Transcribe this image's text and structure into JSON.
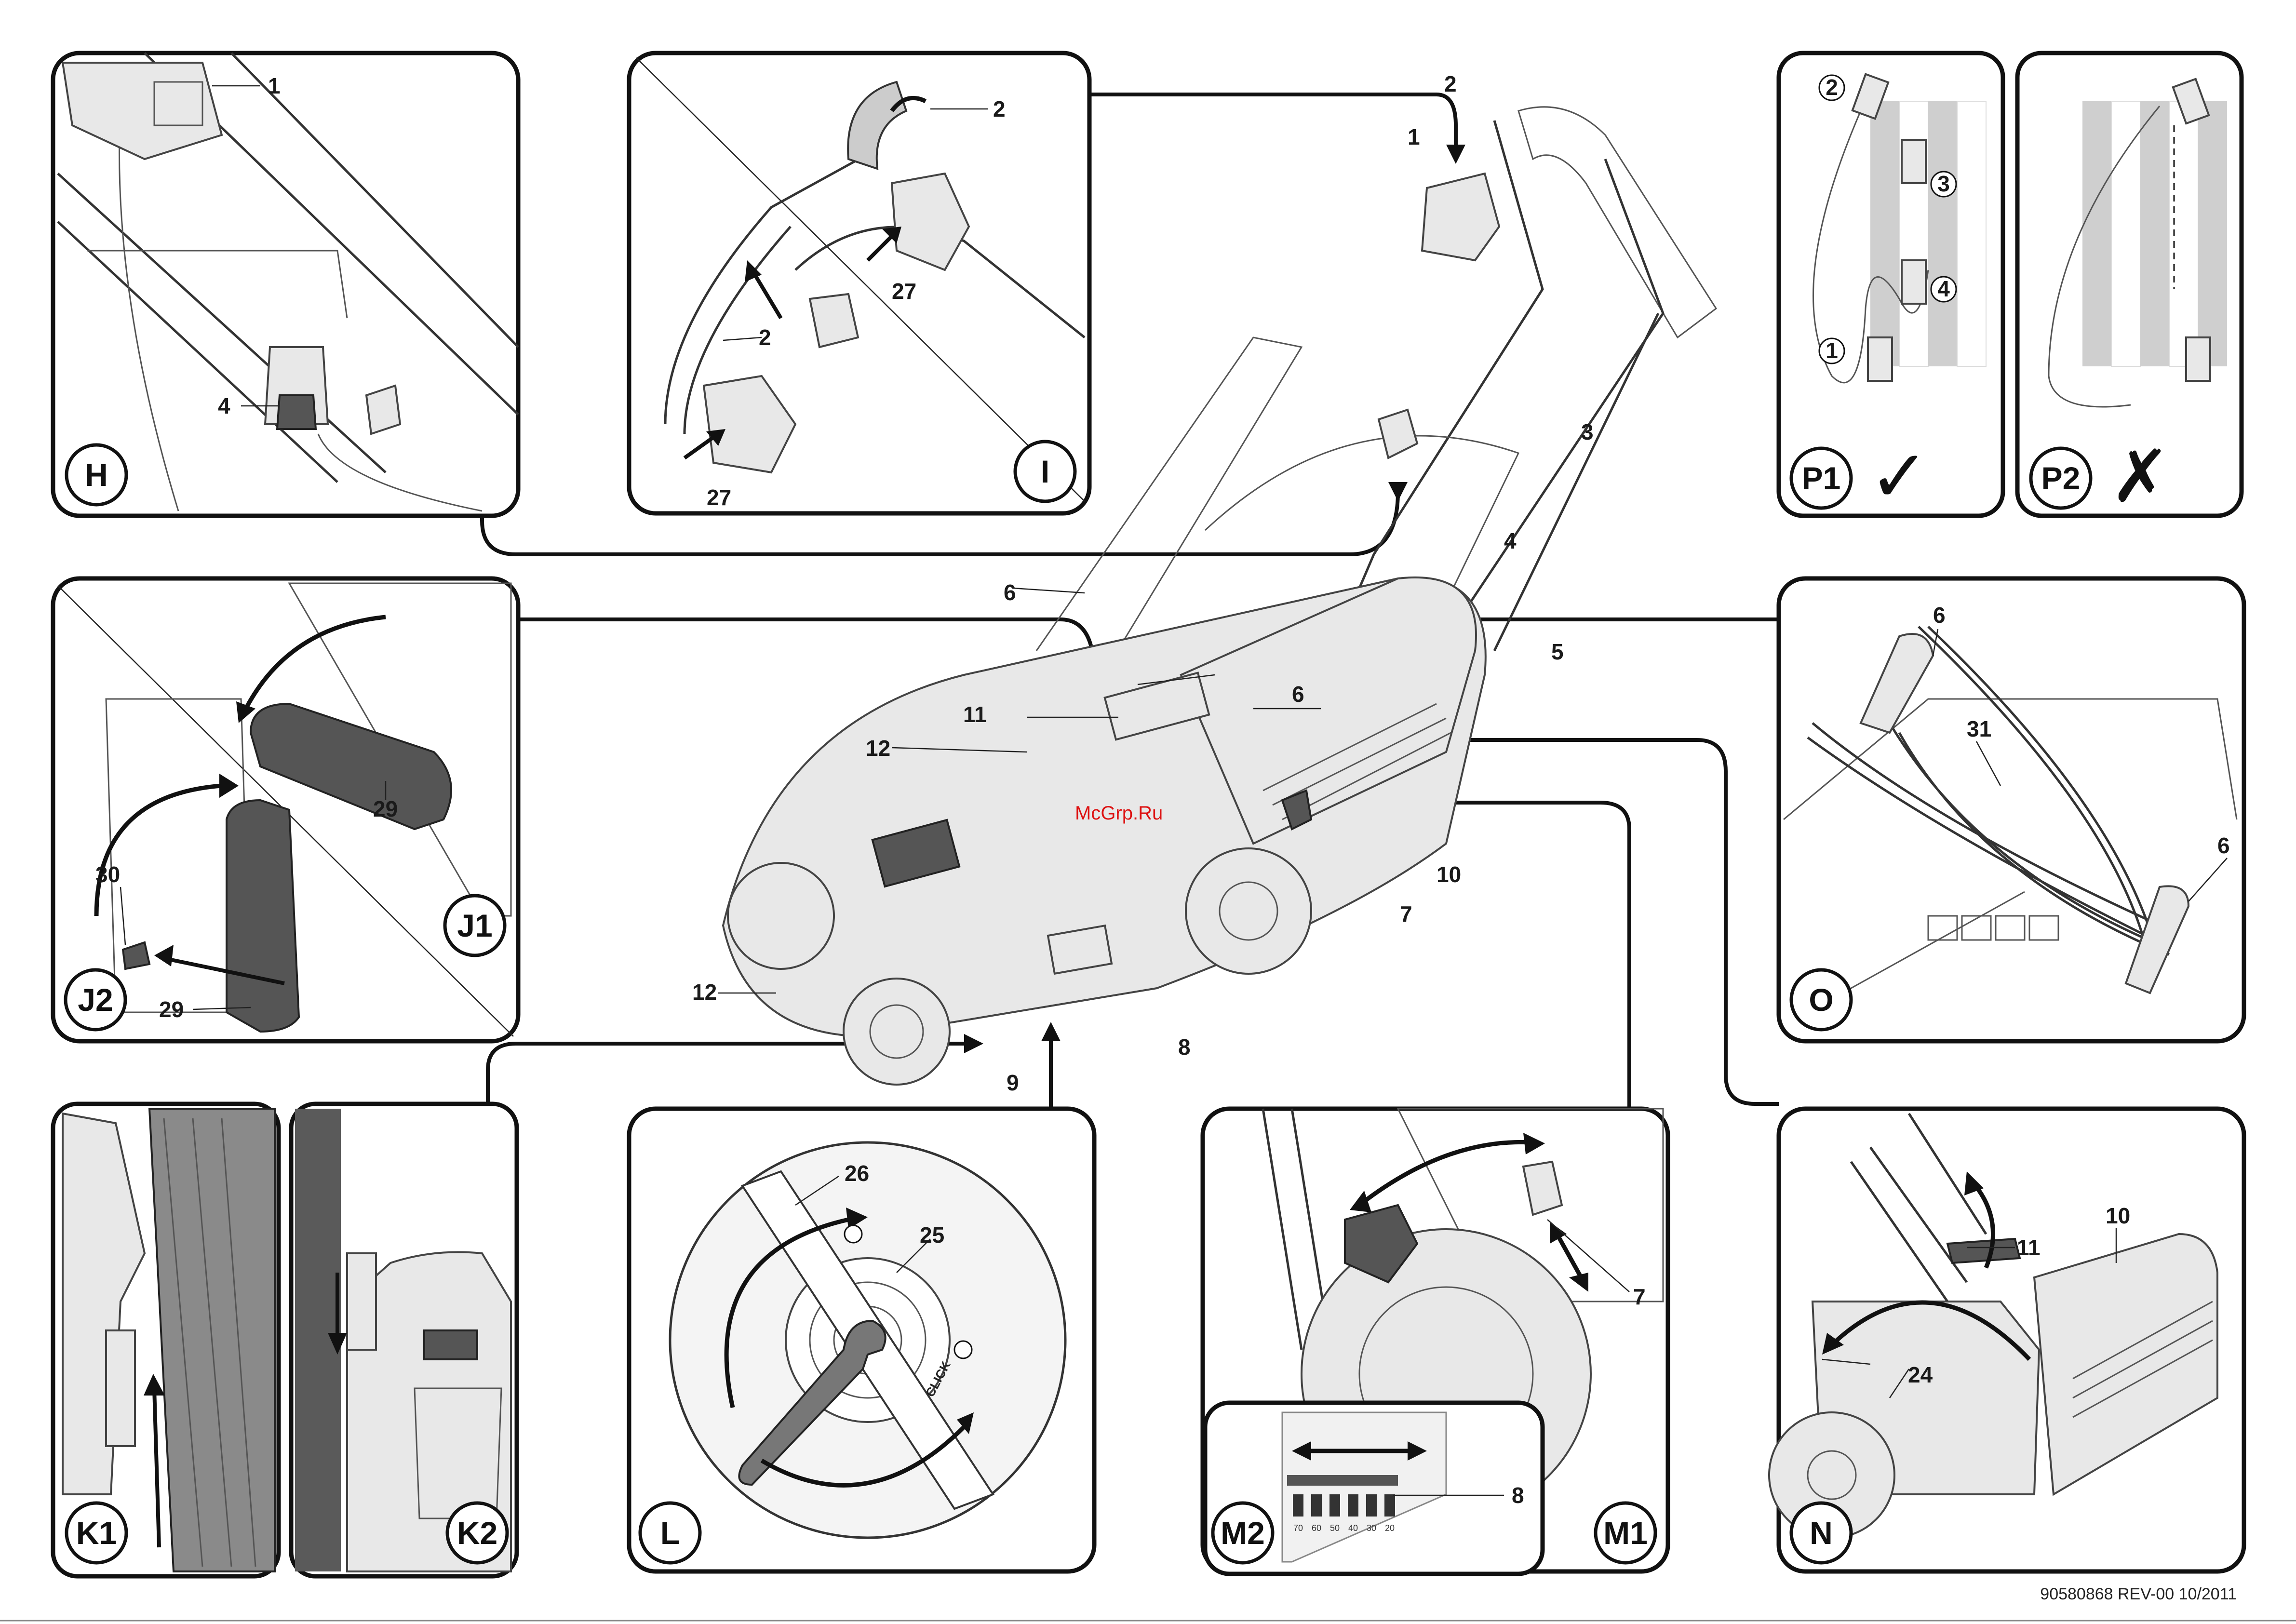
{
  "panels": {
    "H": {
      "label": "H"
    },
    "I": {
      "label": "I"
    },
    "P1": {
      "label": "P1"
    },
    "P2": {
      "label": "P2"
    },
    "J1": {
      "label": "J1"
    },
    "J2": {
      "label": "J2"
    },
    "O": {
      "label": "O"
    },
    "K1": {
      "label": "K1"
    },
    "K2": {
      "label": "K2"
    },
    "L": {
      "label": "L"
    },
    "M1": {
      "label": "M1"
    },
    "M2": {
      "label": "M2"
    },
    "N": {
      "label": "N"
    }
  },
  "callouts": {
    "h_1": "1",
    "h_4": "4",
    "i_2a": "2",
    "i_27a": "27",
    "i_2b": "2",
    "i_27b": "27",
    "main_1": "1",
    "main_2": "2",
    "main_3": "3",
    "main_4": "4",
    "main_5": "5",
    "main_6a": "6",
    "main_6b": "6",
    "main_7": "7",
    "main_8": "8",
    "main_9": "9",
    "main_10": "10",
    "main_11": "11",
    "main_12a": "12",
    "main_12b": "12",
    "j_29a": "29",
    "j_29b": "29",
    "j_30": "30",
    "o_6a": "6",
    "o_31": "31",
    "o_6b": "6",
    "l_26": "26",
    "l_25": "25",
    "m_7": "7",
    "m_8": "8",
    "n_10": "10",
    "n_11": "11",
    "n_24": "24",
    "p1_1": "1",
    "p1_2": "2",
    "p1_3": "3",
    "p1_4": "4"
  },
  "height_scale": [
    "70",
    "60",
    "50",
    "40",
    "30",
    "20"
  ],
  "wrench_text": "CLICK",
  "watermark": "McGrp.Ru",
  "footer": "90580868 REV-00   10/2011",
  "marks": {
    "check": "✓",
    "cross": "✗"
  }
}
